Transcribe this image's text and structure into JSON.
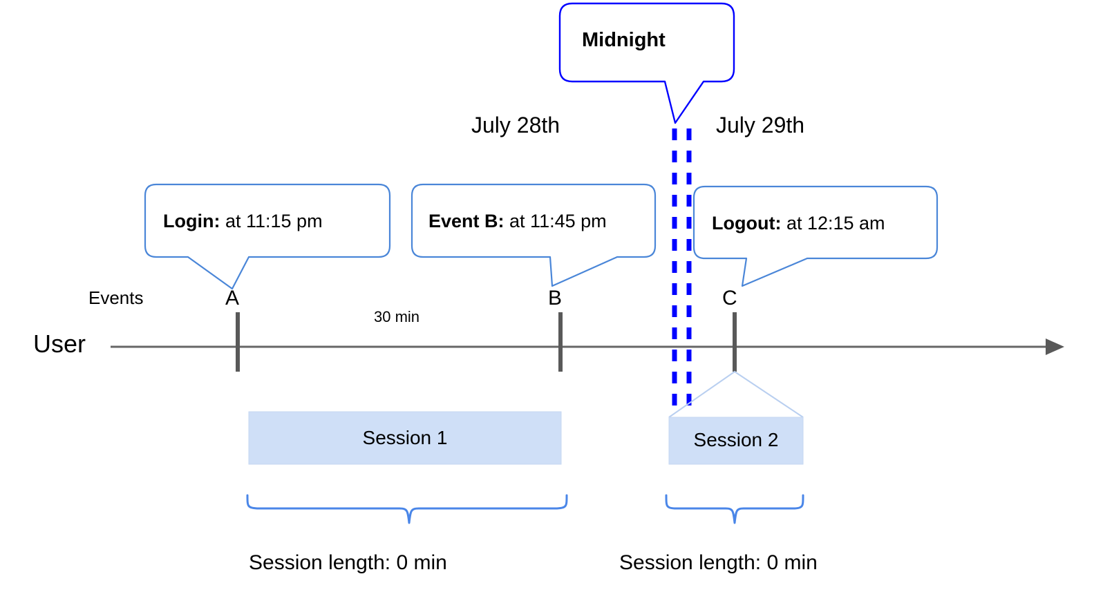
{
  "diagram": {
    "title_absent": true,
    "axis": {
      "row_label": "User",
      "events_label": "Events",
      "gap_label": "30 min",
      "arrow_direction": "right"
    },
    "dates": {
      "left": "July 28th",
      "right": "July 29th"
    },
    "midnight": {
      "label": "Midnight",
      "divider_style": "double-dashed",
      "color": "#0000ff"
    },
    "events": [
      {
        "letter": "A",
        "callout_bold": "Login:",
        "callout_rest": " at 11:15 pm"
      },
      {
        "letter": "B",
        "callout_bold": "Event B:",
        "callout_rest": " at 11:45 pm"
      },
      {
        "letter": "C",
        "callout_bold": "Logout:",
        "callout_rest": " at 12:15 am"
      }
    ],
    "sessions": [
      {
        "label": "Session 1",
        "length_label": "Session length: 0 min"
      },
      {
        "label": "Session 2",
        "length_label": "Session length: 0 min"
      }
    ],
    "colors": {
      "callout_border": "#4a86d8",
      "midnight_border": "#0000ff",
      "session_fill": "#cfdfF7",
      "session_edge": "#b9cff0",
      "axis": "#666666",
      "tick": "#595959",
      "brace": "#4a86e8",
      "text": "#000000"
    }
  }
}
